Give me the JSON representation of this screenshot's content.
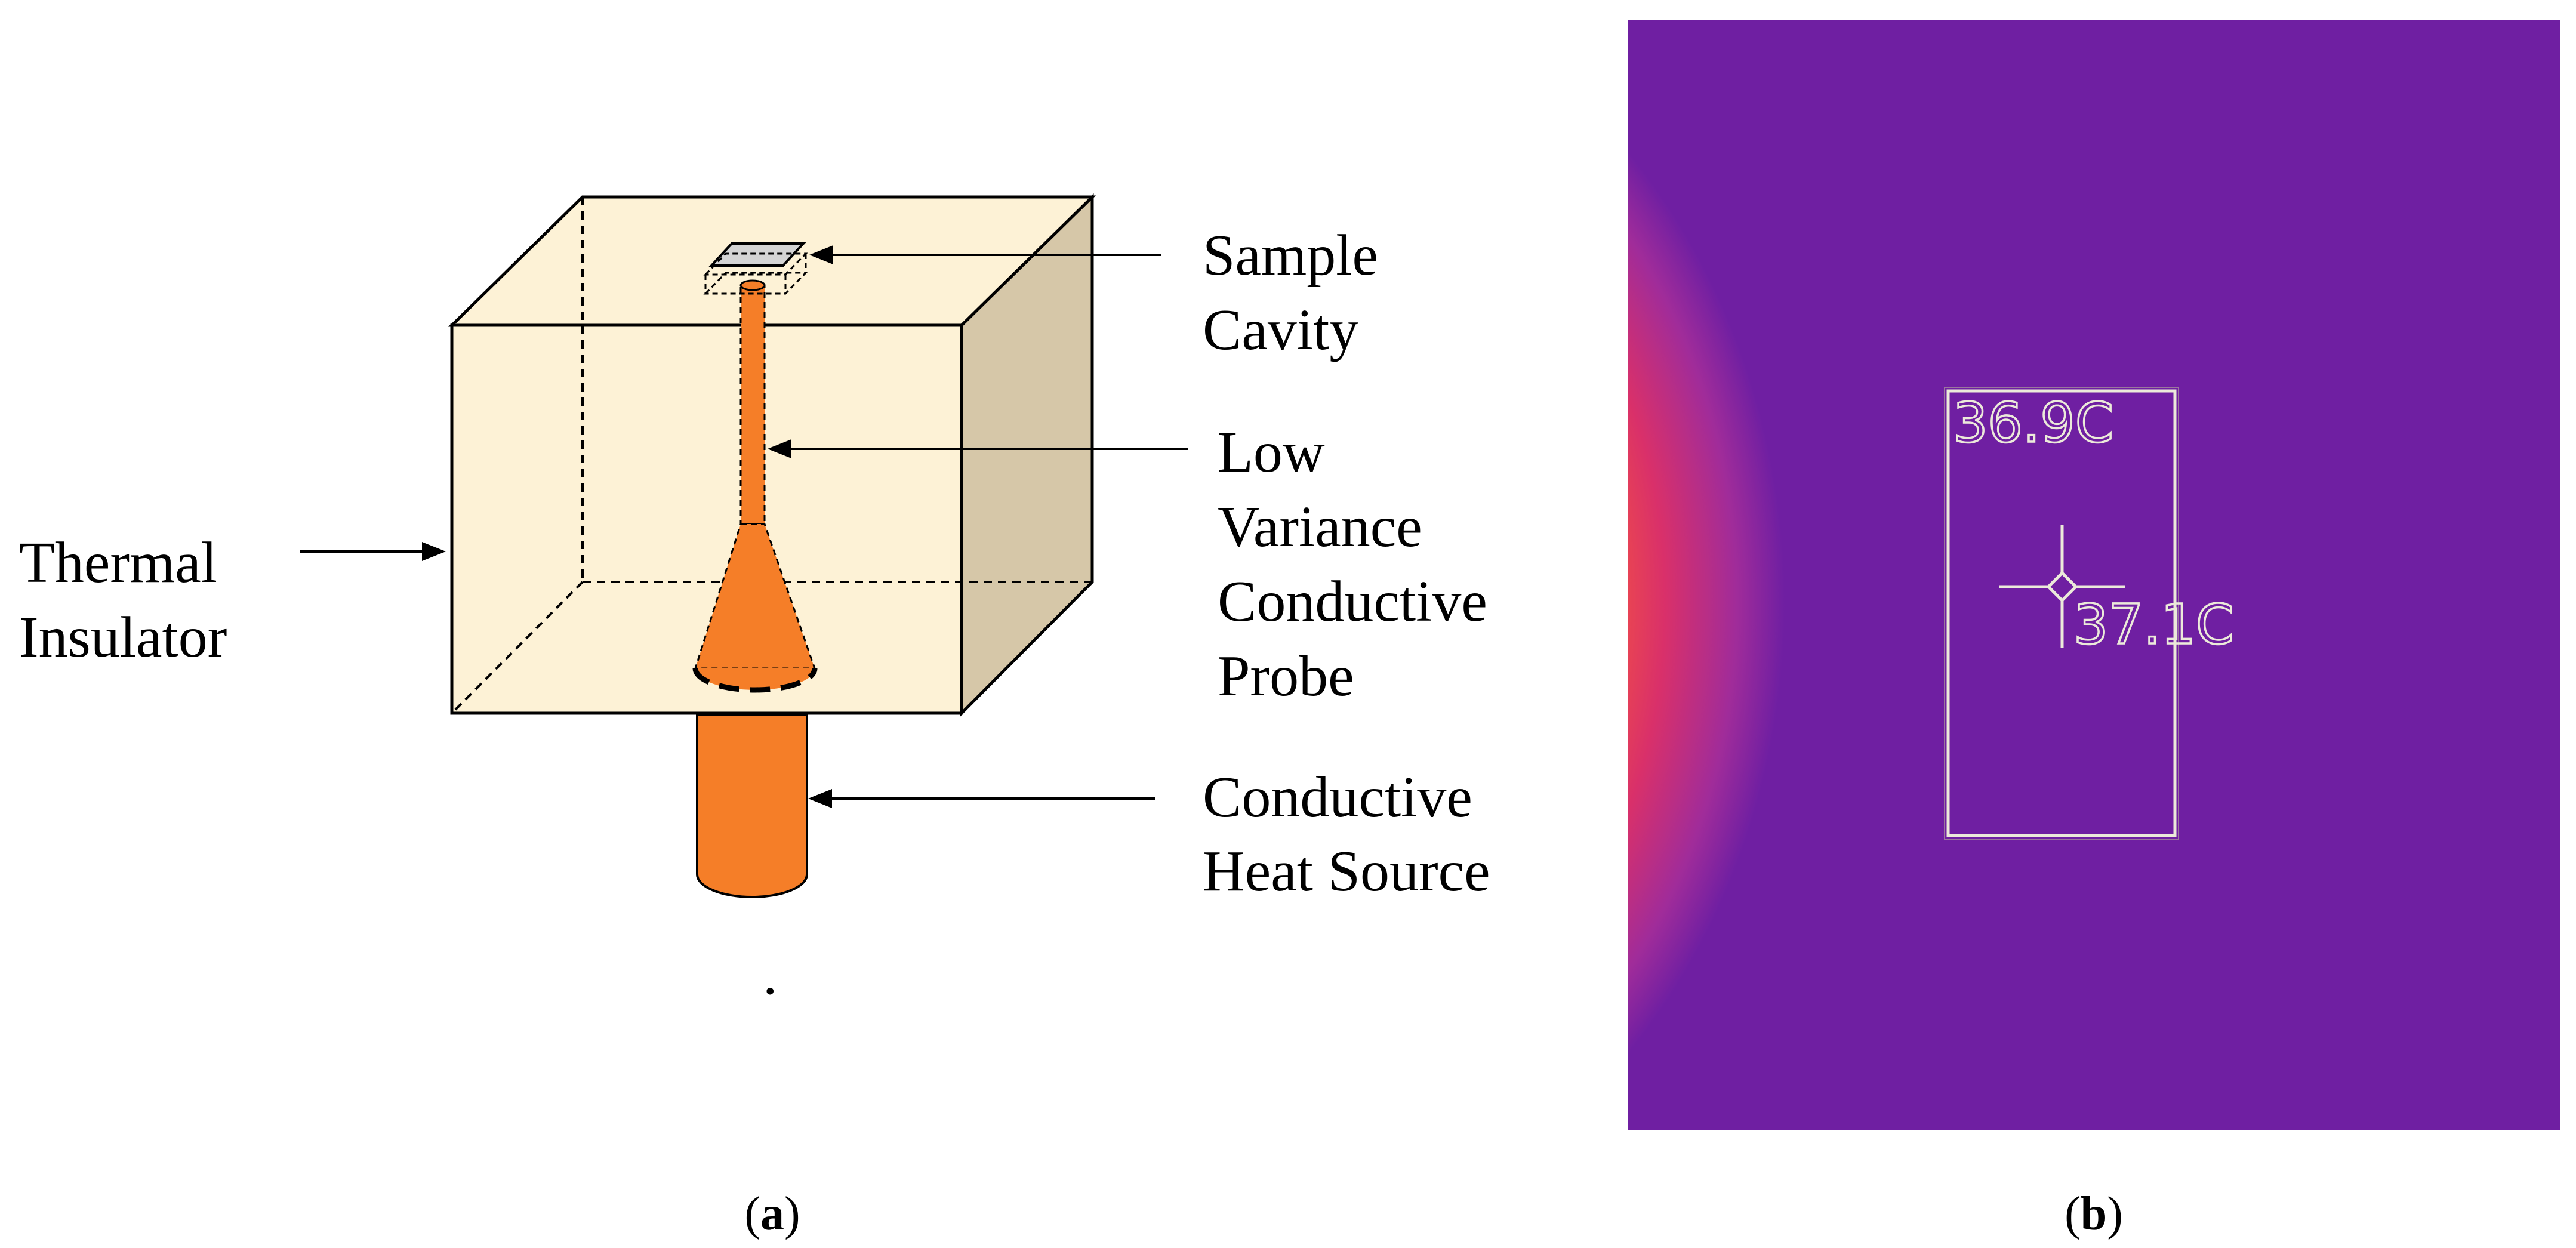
{
  "panel_a": {
    "labels": {
      "sample_cavity": [
        "Sample",
        "Cavity"
      ],
      "probe": [
        "Low",
        "Variance",
        "Conductive",
        "Probe"
      ],
      "insulator": [
        "Thermal",
        "Insulator"
      ],
      "heat_source": [
        "Conductive",
        "Heat Source"
      ],
      "stray_dot": "."
    },
    "caption": {
      "open": "(",
      "letter": "a",
      "close": ")"
    },
    "colors": {
      "insulator_face": "#fdf2d6",
      "insulator_side": "#d6c7a8",
      "probe_orange": "#f57e28",
      "outline": "#000000"
    }
  },
  "panel_b": {
    "readouts": {
      "box_max": "36.9C",
      "spot": "37.1C"
    },
    "caption": {
      "open": "(",
      "letter": "b",
      "close": ")"
    },
    "palette": [
      "#ecec9b",
      "#f6e34a",
      "#f7c10c",
      "#fa8f1a",
      "#f65440",
      "#d9306a",
      "#a02c9a",
      "#6f1fa2"
    ]
  }
}
